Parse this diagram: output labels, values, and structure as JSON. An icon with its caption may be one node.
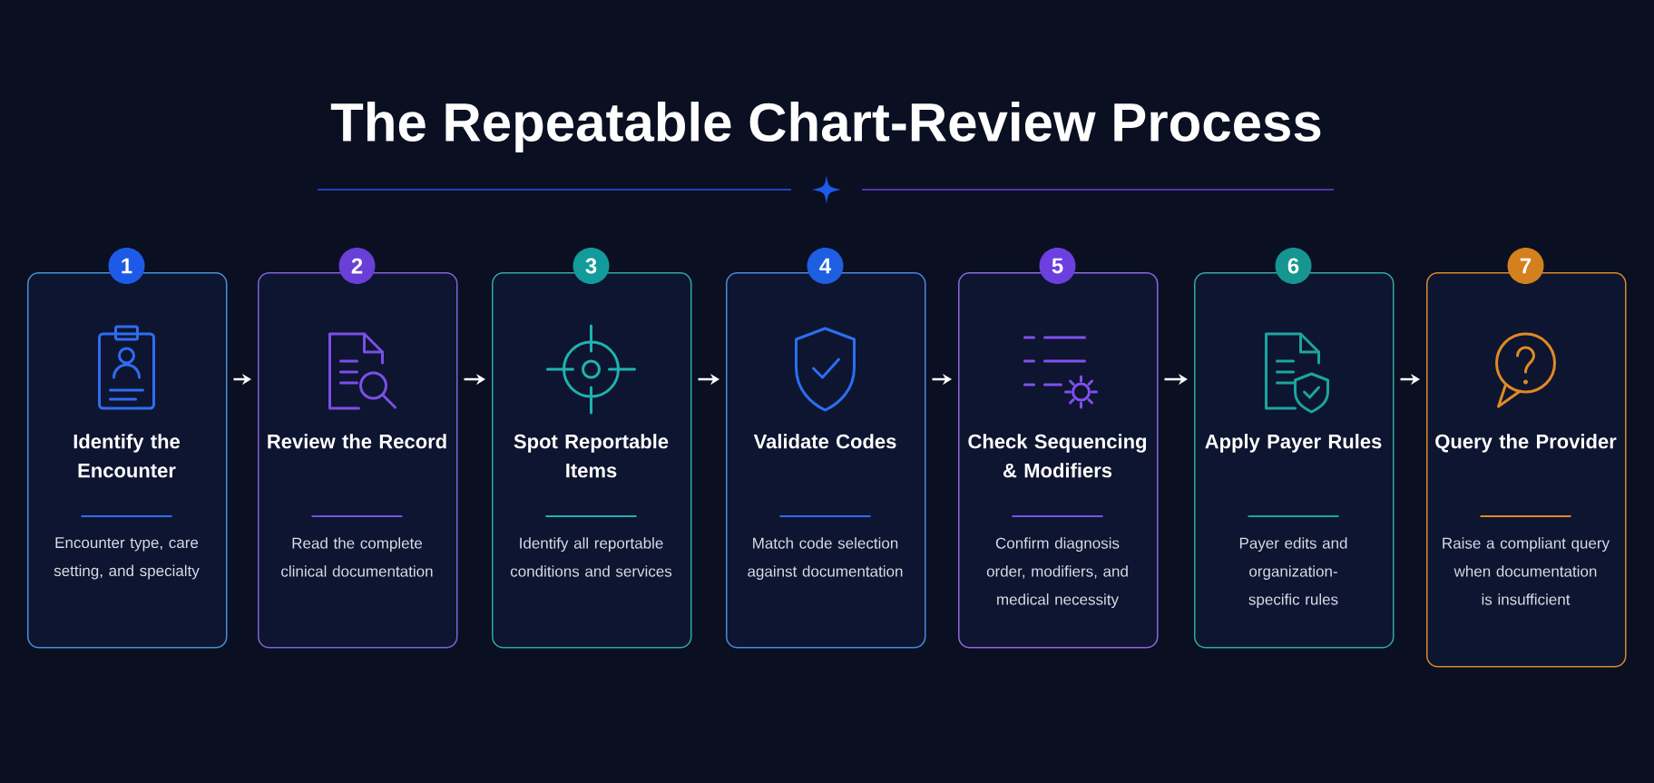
{
  "diagram": {
    "title": "The Repeatable Chart-Review Process",
    "nodes": [
      {
        "text": [
          "1",
          "Identify the Encounter",
          "Encounter type, care setting, and specialty"
        ]
      },
      {
        "text": [
          "2",
          "Review the Record",
          "Read the complete clinical documentation"
        ]
      },
      {
        "text": [
          "3",
          "Spot Reportable Items",
          "Identify all reportable conditions and services"
        ]
      },
      {
        "text": [
          "4",
          "Validate Codes",
          "Match code selection against documentation"
        ]
      },
      {
        "text": [
          "5",
          "Check Sequencing & Modifiers",
          "Confirm diagnosis order, modifiers, and medical necessity"
        ]
      },
      {
        "text": [
          "6",
          "Apply Payer Rules",
          "Payer edits and organization-specific rules"
        ]
      },
      {
        "text": [
          "7",
          "Query the Provider",
          "Raise a compliant query when documentation is insufficient"
        ]
      }
    ],
    "edges": [
      {
        "from": 0,
        "to": 1,
        "arrow": "to"
      },
      {
        "from": 1,
        "to": 2,
        "arrow": "to"
      },
      {
        "from": 2,
        "to": 3,
        "arrow": "to"
      },
      {
        "from": 3,
        "to": 4,
        "arrow": "to"
      },
      {
        "from": 4,
        "to": 5,
        "arrow": "to"
      },
      {
        "from": 5,
        "to": 6,
        "arrow": "to"
      }
    ]
  }
}
